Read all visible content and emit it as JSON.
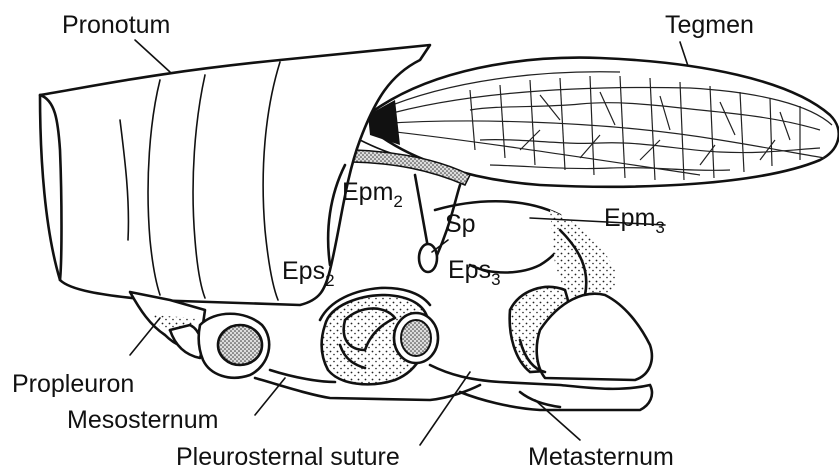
{
  "labels": {
    "pronotum": "Pronotum",
    "tegmen": "Tegmen",
    "epm2": "Epm",
    "epm2_sub": "2",
    "epm3": "Epm",
    "epm3_sub": "3",
    "sp": "Sp",
    "eps2": "Eps",
    "eps2_sub": "2",
    "eps3": "Eps",
    "eps3_sub": "3",
    "propleuron": "Propleuron",
    "mesosternum": "Mesosternum",
    "pleurosternal_suture": "Pleurosternal suture",
    "metasternum": "Metasternum"
  }
}
